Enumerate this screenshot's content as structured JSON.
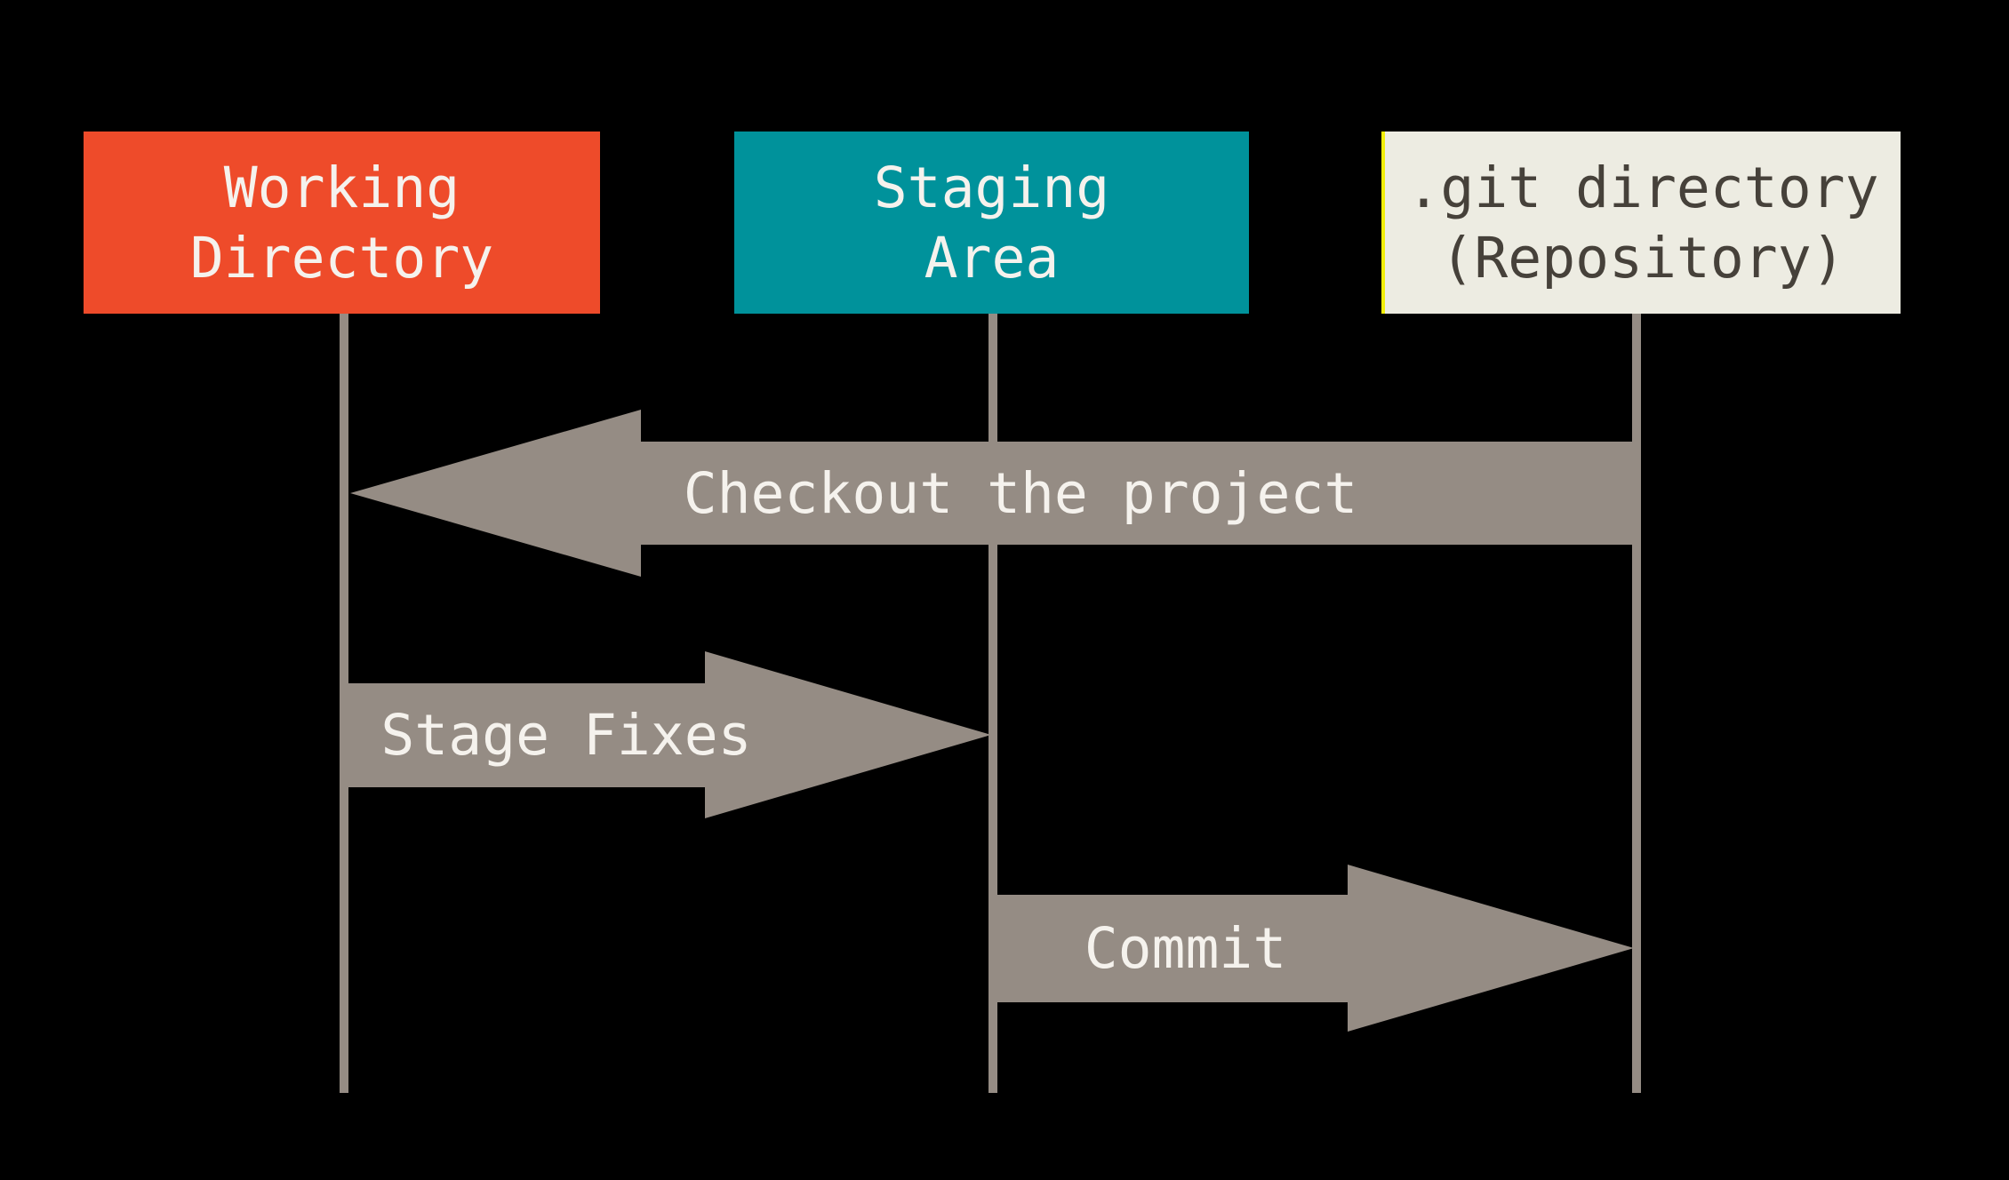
{
  "boxes": {
    "working": {
      "line1": "Working",
      "line2": "Directory",
      "bg": "#EE4B2A",
      "text_color": "#F5F2ED"
    },
    "staging": {
      "line1": "Staging",
      "line2": "Area",
      "bg": "#00929B",
      "text_color": "#F5F2ED"
    },
    "repository": {
      "line1": ".git directory",
      "line2": "(Repository)",
      "bg": "#EDECE2",
      "text_color": "#46413A",
      "accent_left": "#F2EE0A"
    }
  },
  "arrows": {
    "checkout": {
      "label": "Checkout the project",
      "direction": "right-to-left",
      "from": "repository",
      "to": "working"
    },
    "stage_fixes": {
      "label": "Stage Fixes",
      "direction": "left-to-right",
      "from": "working",
      "to": "staging"
    },
    "commit": {
      "label": "Commit",
      "direction": "left-to-right",
      "from": "staging",
      "to": "repository"
    }
  },
  "colors": {
    "background": "#000000",
    "arrow": "#958C84",
    "lifeline": "#958C84",
    "label_text_light": "#F5F2ED",
    "label_text_dark": "#46413A"
  }
}
